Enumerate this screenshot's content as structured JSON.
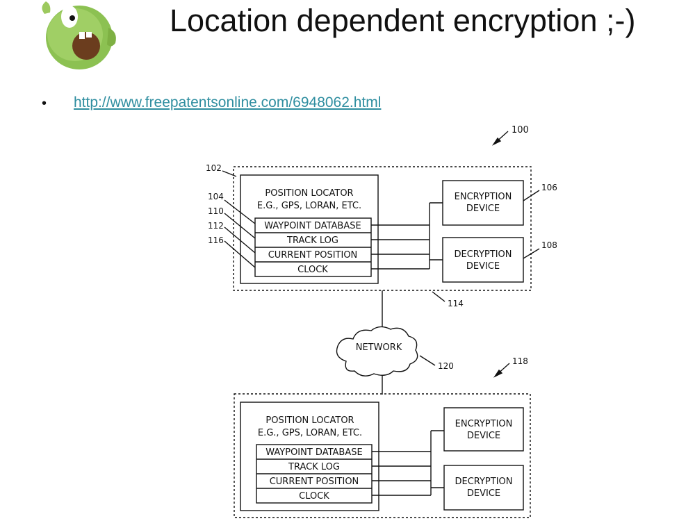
{
  "slide": {
    "title": "Location dependent encryption ;-)",
    "bullet": "•",
    "link": "http://www.freepatentsonline.com/6948062.html"
  },
  "logo_icon": "green-monster-mascot",
  "diagram": {
    "labels": {
      "system": "100",
      "top_outer": "102",
      "waypoint_ref": "104",
      "track_ref": "110",
      "current_ref": "112",
      "clock_ref": "116",
      "encryption_ref": "106",
      "decryption_ref": "108",
      "connection_ref": "114",
      "network_ref": "120",
      "bottom_system": "118"
    },
    "top": {
      "locator_line1": "POSITION LOCATOR",
      "locator_line2": "E.G., GPS, LORAN, ETC.",
      "rows": [
        "WAYPOINT DATABASE",
        "TRACK LOG",
        "CURRENT POSITION",
        "CLOCK"
      ],
      "encryption_line1": "ENCRYPTION",
      "encryption_line2": "DEVICE",
      "decryption_line1": "DECRYPTION",
      "decryption_line2": "DEVICE"
    },
    "network": "NETWORK",
    "bottom": {
      "locator_line1": "POSITION LOCATOR",
      "locator_line2": "E.G., GPS, LORAN, ETC.",
      "rows": [
        "WAYPOINT DATABASE",
        "TRACK LOG",
        "CURRENT POSITION",
        "CLOCK"
      ],
      "encryption_line1": "ENCRYPTION",
      "encryption_line2": "DEVICE",
      "decryption_line1": "DECRYPTION",
      "decryption_line2": "DEVICE"
    }
  }
}
